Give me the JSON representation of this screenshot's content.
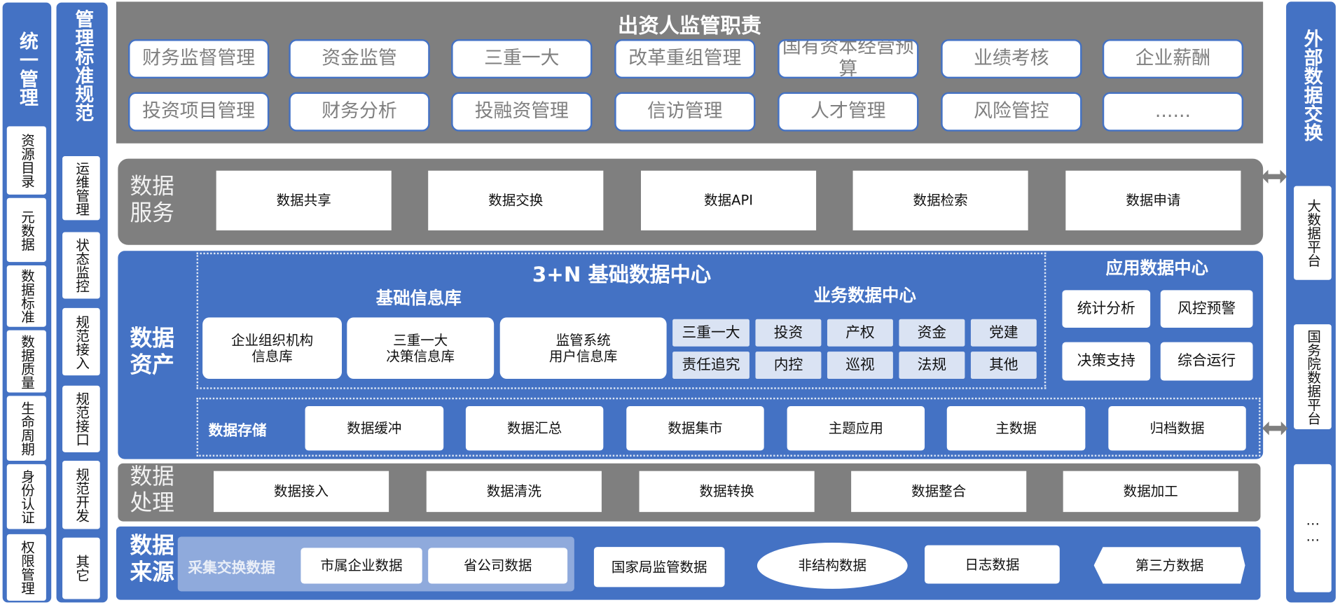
{
  "left_panel_1": {
    "title": "统一管理",
    "items": [
      "资源目录",
      "元数据",
      "数据标准",
      "数据质量",
      "生命周期",
      "身份认证",
      "权限管理"
    ]
  },
  "left_panel_2": {
    "title": "管理标准规范",
    "items": [
      "运维管理",
      "状态监控",
      "规范接入",
      "规范接口",
      "规范开发",
      "其它"
    ]
  },
  "top_panel": {
    "title": "出资人监管职责",
    "row1": [
      "财务监督管理",
      "资金监管",
      "三重一大",
      "改革重组管理",
      "国有资本经营预算",
      "业绩考核",
      "企业薪酬"
    ],
    "row2": [
      "投资项目管理",
      "财务分析",
      "投融资管理",
      "信访管理",
      "人才管理",
      "风险管控",
      "......"
    ]
  },
  "data_service": {
    "label": "数据服务",
    "items": [
      "数据共享",
      "数据交换",
      "数据API",
      "数据检索",
      "数据申请"
    ]
  },
  "data_asset": {
    "label": "数据资产",
    "center_title": "3+N 基础数据中心",
    "basic_lib_title": "基础信息库",
    "basic_libs": [
      "企业组织机构\n信息库",
      "三重一大\n决策信息库",
      "监管系统\n用户信息库"
    ],
    "business_title": "业务数据中心",
    "business_row1": [
      "三重一大",
      "投资",
      "产权",
      "资金",
      "党建"
    ],
    "business_row2": [
      "责任追究",
      "内控",
      "巡视",
      "法规",
      "其他"
    ],
    "app_center_title": "应用数据中心",
    "app_items": [
      "统计分析",
      "风控预警",
      "决策支持",
      "综合运行"
    ],
    "storage_label": "数据存储",
    "storage_items": [
      "数据缓冲",
      "数据汇总",
      "数据集市",
      "主题应用",
      "主数据",
      "归档数据"
    ]
  },
  "data_processing": {
    "label": "数据处理",
    "items": [
      "数据接入",
      "数据清洗",
      "数据转换",
      "数据整合",
      "数据加工"
    ]
  },
  "data_source": {
    "label": "数据来源",
    "collection_label": "采集交换数据",
    "collection_items": [
      "市属企业数据",
      "省公司数据"
    ],
    "other_items": [
      "国家局监管数据",
      "非结构数据",
      "日志数据",
      "第三方数据"
    ]
  },
  "right_panel": {
    "title": "外部数据交换",
    "items": [
      "大数据平台",
      "国务院数据平台",
      "……"
    ]
  },
  "colors": {
    "blue": "#4472C4",
    "gray": "#7F7F7F",
    "light_blue": "#DAE3F3",
    "collection_bg": "#8FAADC"
  }
}
